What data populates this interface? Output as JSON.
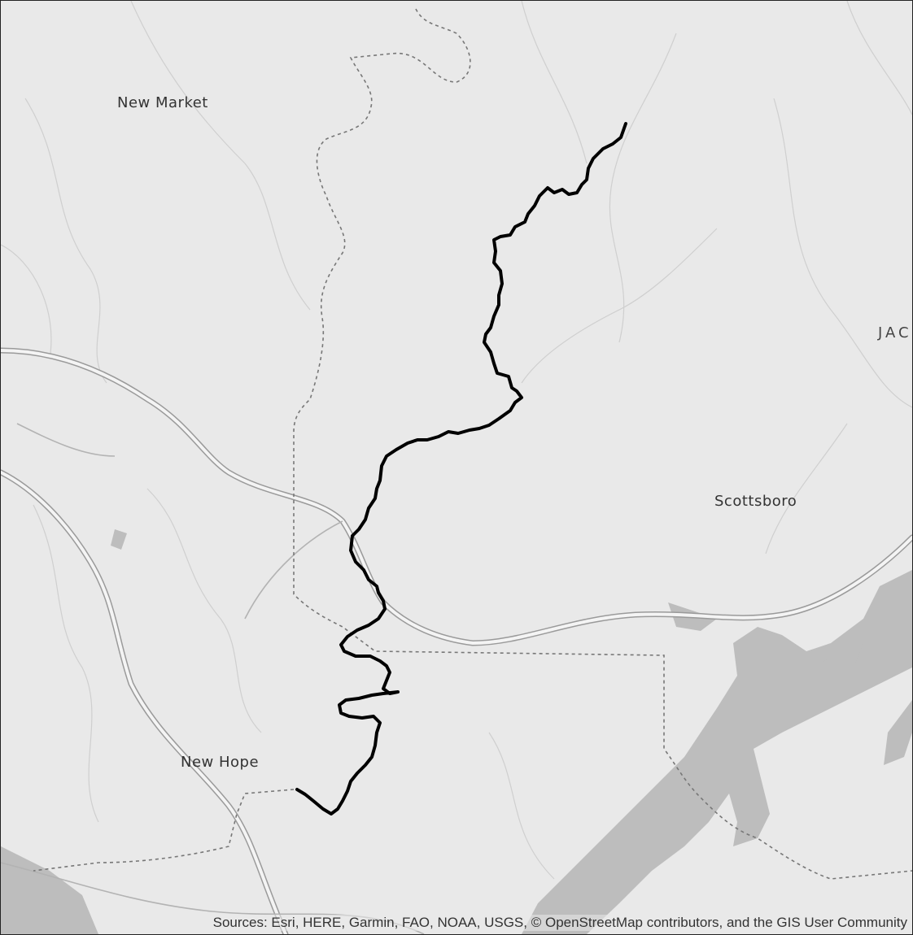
{
  "places": {
    "new_market": "New Market",
    "scottsboro": "Scottsboro",
    "new_hope": "New Hope",
    "county_partial": "JAC"
  },
  "attribution": "Sources: Esri, HERE, Garmin, FAO, NOAA, USGS, © OpenStreetMap contributors, and the GIS User Community",
  "colors": {
    "land": "#e9e9e9",
    "water": "#bdbdbd",
    "road_casing": "#9a9a9a",
    "road_fill": "#f4f4f4",
    "boundary": "#777777",
    "route": "#000000",
    "contour": "#cfcfcf"
  }
}
